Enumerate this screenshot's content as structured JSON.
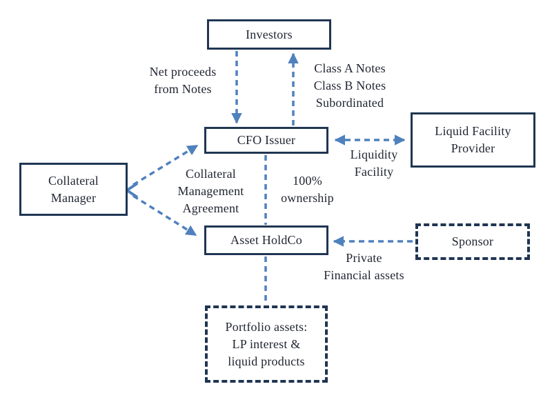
{
  "colors": {
    "box_border": "#1f3552",
    "arrow": "#4f81bd",
    "text": "#1f2430",
    "background": "#ffffff"
  },
  "boxes": {
    "investors": {
      "label": "Investors"
    },
    "cfo_issuer": {
      "label": "CFO Issuer"
    },
    "liquid_facility_provider": {
      "label": "Liquid Facility\nProvider"
    },
    "collateral_manager": {
      "label": "Collateral\nManager"
    },
    "asset_holdco": {
      "label": "Asset HoldCo"
    },
    "sponsor": {
      "label": "Sponsor"
    },
    "portfolio_assets": {
      "label": "Portfolio assets:\nLP interest &\nliquid products"
    }
  },
  "edge_labels": {
    "net_proceeds": "Net proceeds\nfrom Notes",
    "notes_classes": "Class A Notes\nClass B Notes\nSubordinated",
    "liquidity_facility": "Liquidity\nFacility",
    "collateral_management": "Collateral\nManagement\nAgreement",
    "ownership": "100%\nownership",
    "private_assets": "Private\nFinancial assets"
  }
}
